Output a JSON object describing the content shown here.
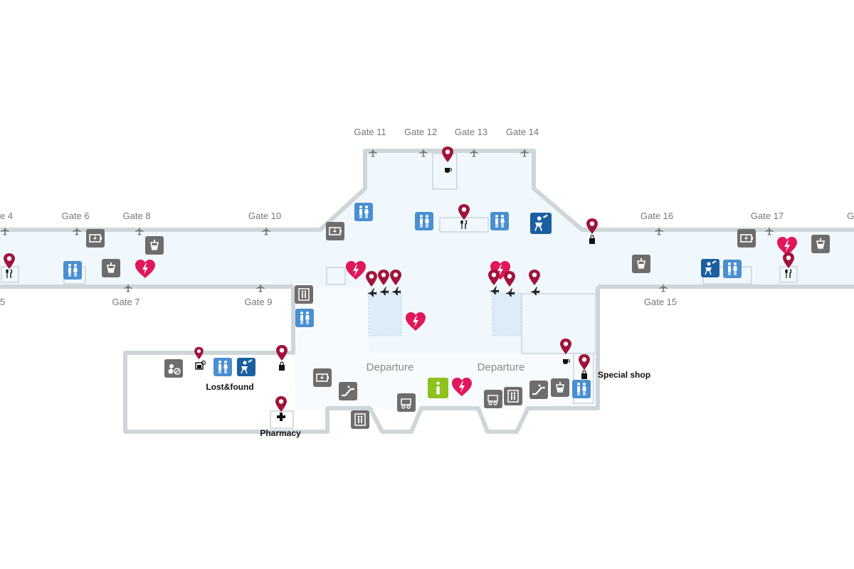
{
  "map": {
    "gates_top": [
      "Gate 11",
      "Gate 12",
      "Gate 13",
      "Gate 14"
    ],
    "gates_upper_left": [
      "e 4",
      "Gate 6",
      "Gate 8",
      "Gate 10"
    ],
    "gates_upper_right": [
      "Gate 16",
      "Gate 17",
      "G"
    ],
    "gates_lower": [
      "5",
      "Gate 7",
      "Gate 9",
      "Gate 15"
    ],
    "departure_labels": [
      "Departure",
      "Departure"
    ],
    "poi_labels": {
      "lost_found": "Lost&found",
      "pharmacy": "Pharmacy",
      "special_shop": "Special shop"
    },
    "colors": {
      "floor": "#f1f8fd",
      "wall": "#cfd6da",
      "pin": "#a0143c",
      "heart": "#e0175a",
      "facility_gray": "#6d6d6d",
      "restroom_blue": "#4a8fd0",
      "nursery_blue": "#1c5fa0",
      "info_green": "#8dc21f"
    },
    "icons": [
      "restroom-icon",
      "charging-icon",
      "water-icon",
      "aed-heart-icon",
      "nursery-icon",
      "elevator-icon",
      "escalator-icon",
      "info-icon",
      "map-pin-icon",
      "plane-icon",
      "lost-found-icon",
      "pharmacy-cross-icon",
      "shopping-bag-icon",
      "coffee-icon",
      "restaurant-icon",
      "baggage-cart-icon"
    ]
  }
}
